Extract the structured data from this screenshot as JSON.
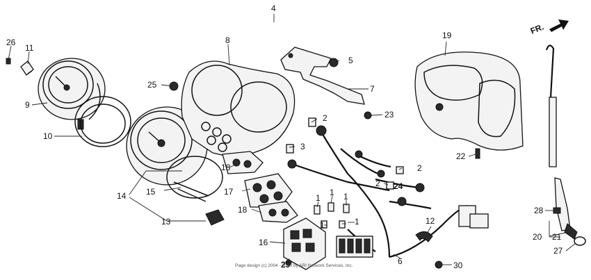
{
  "callouts": [
    "1",
    "2",
    "3",
    "4",
    "5",
    "6",
    "7",
    "8",
    "9",
    "10",
    "11",
    "12",
    "13",
    "14",
    "15",
    "16",
    "17",
    "18",
    "19",
    "20",
    "21",
    "22",
    "23",
    "24",
    "25",
    "26",
    "27",
    "28",
    "29",
    "30"
  ],
  "direction_label": "FR.",
  "footer": "Page design (c) 2004 - 2023 by ARI Network Services, Inc."
}
